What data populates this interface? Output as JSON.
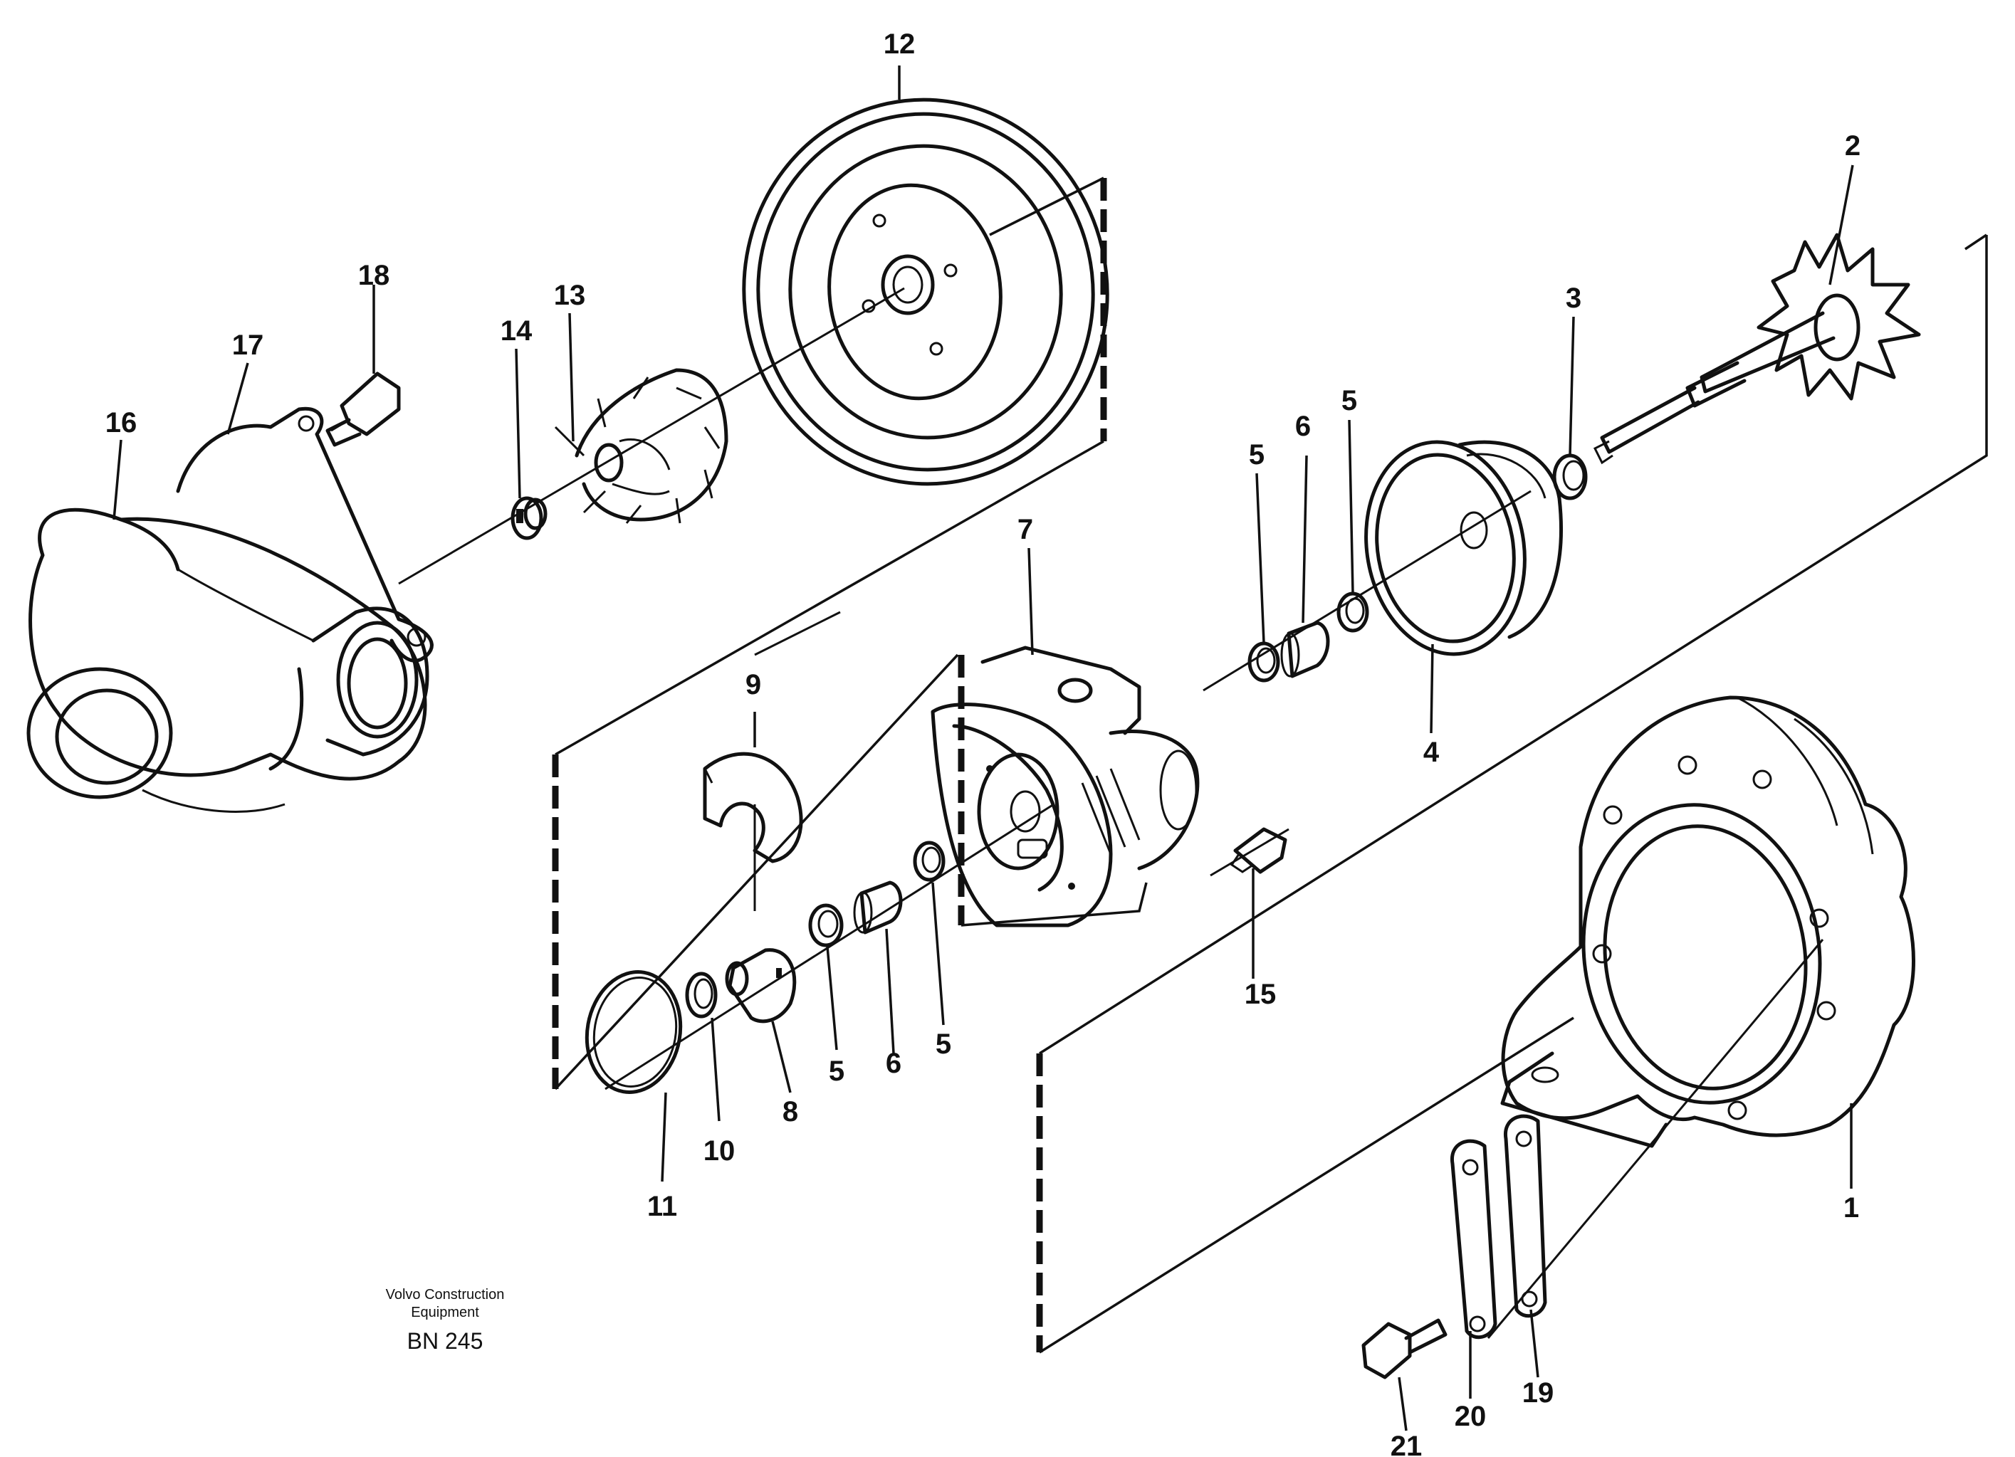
{
  "callouts": [
    "1",
    "2",
    "3",
    "4",
    "5",
    "5",
    "5",
    "5",
    "6",
    "6",
    "7",
    "8",
    "9",
    "10",
    "11",
    "12",
    "13",
    "14",
    "15",
    "16",
    "17",
    "18",
    "19",
    "20",
    "21"
  ],
  "caption": {
    "line1": "Volvo Construction",
    "line2": "Equipment",
    "code": "BN 245"
  }
}
